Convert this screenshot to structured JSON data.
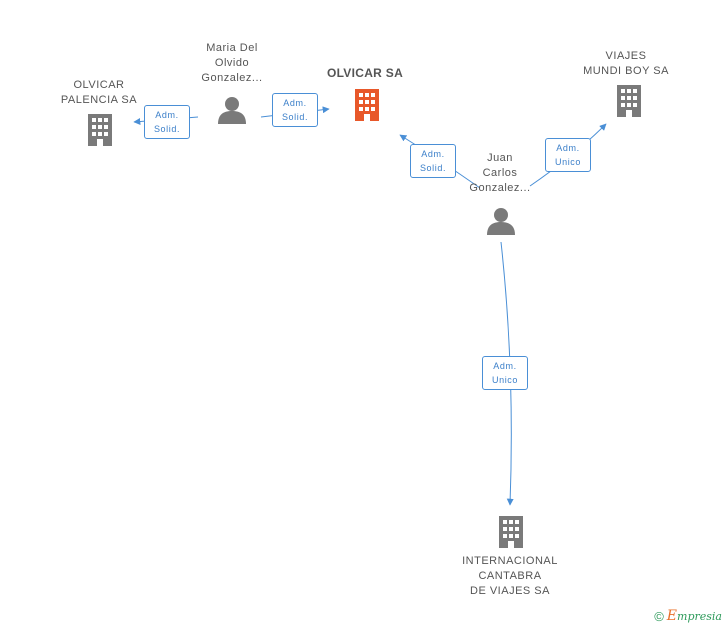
{
  "nodes": {
    "olvicar_sa": {
      "lines": [
        "OLVICAR SA"
      ],
      "type": "company",
      "highlight": true
    },
    "olvicar_palencia": {
      "lines": [
        "OLVICAR",
        "PALENCIA SA"
      ],
      "type": "company"
    },
    "maria_del_olvido": {
      "lines": [
        "Maria Del",
        "Olvido",
        "Gonzalez..."
      ],
      "type": "person"
    },
    "juan_carlos": {
      "lines": [
        "Juan",
        "Carlos",
        "Gonzalez..."
      ],
      "type": "person"
    },
    "viajes_mundi_boy": {
      "lines": [
        "VIAJES",
        "MUNDI BOY SA"
      ],
      "type": "company"
    },
    "internacional_cantabra": {
      "lines": [
        "INTERNACIONAL",
        "CANTABRA",
        "DE VIAJES SA"
      ],
      "type": "company"
    }
  },
  "edges": {
    "maria_to_palencia": {
      "lines": [
        "Adm.",
        "Solid."
      ]
    },
    "maria_to_olvicar": {
      "lines": [
        "Adm.",
        "Solid."
      ]
    },
    "juan_to_olvicar": {
      "lines": [
        "Adm.",
        "Solid."
      ]
    },
    "juan_to_mundi": {
      "lines": [
        "Adm.",
        "Unico"
      ]
    },
    "juan_to_cantabra": {
      "lines": [
        "Adm.",
        "Unico"
      ]
    }
  },
  "footer": {
    "copyright": "©",
    "brand_initial": "E",
    "brand_rest": "mpresia"
  },
  "colors": {
    "edge": "#4a8fd6",
    "company": "#7a7a7a",
    "person": "#7a7a7a",
    "highlight": "#e8582a"
  }
}
